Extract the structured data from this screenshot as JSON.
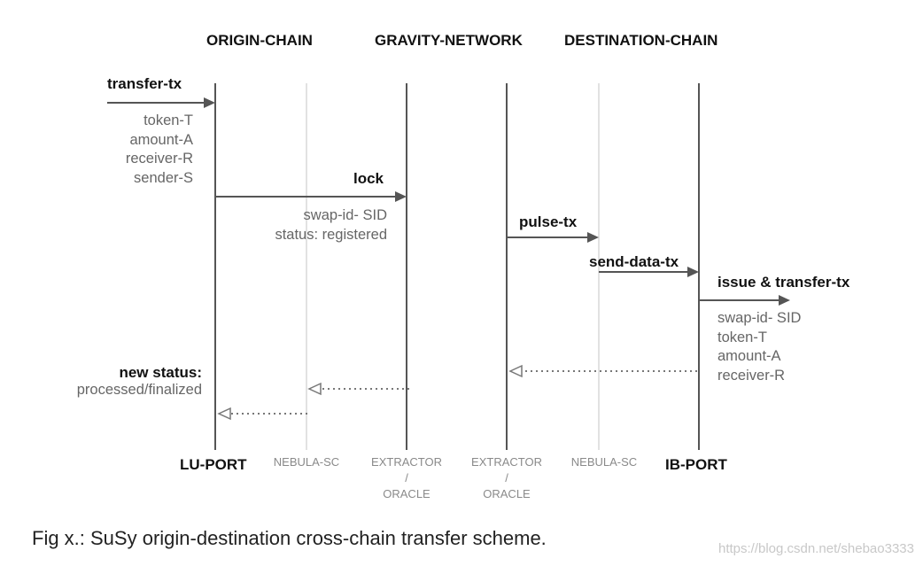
{
  "headers": {
    "origin": "ORIGIN-CHAIN",
    "gravity": "GRAVITY-NETWORK",
    "destination": "DESTINATION-CHAIN"
  },
  "messages": {
    "transfer_tx": {
      "label": "transfer-tx",
      "details": [
        "token-T",
        "amount-A",
        "receiver-R",
        "sender-S"
      ]
    },
    "lock": {
      "label": "lock",
      "details": [
        "swap-id- SID",
        "status: registered"
      ]
    },
    "pulse_tx": {
      "label": "pulse-tx"
    },
    "send_data_tx": {
      "label": "send-data-tx"
    },
    "issue_transfer_tx": {
      "label": "issue & transfer-tx",
      "details": [
        "swap-id- SID",
        "token-T",
        "amount-A",
        "receiver-R"
      ]
    },
    "new_status": {
      "label": "new status:",
      "detail": "processed/finalized"
    }
  },
  "nodes": {
    "lu_port": "LU-PORT",
    "nebula_sc_origin": "NEBULA-SC",
    "extractor_origin": [
      "EXTRACTOR",
      "/",
      "ORACLE"
    ],
    "extractor_dest": [
      "EXTRACTOR",
      "/",
      "ORACLE"
    ],
    "nebula_sc_dest": "NEBULA-SC",
    "ib_port": "IB-PORT"
  },
  "caption": "Fig x.: SuSy origin-destination cross-chain transfer scheme.",
  "watermark": "https://blog.csdn.net/shebao3333",
  "colors": {
    "bold_line": "#555555",
    "light_line": "#d9d9d9",
    "arrow": "#555555",
    "dotted": "#777777",
    "text_dark": "#111111",
    "text_grey": "#666666"
  }
}
